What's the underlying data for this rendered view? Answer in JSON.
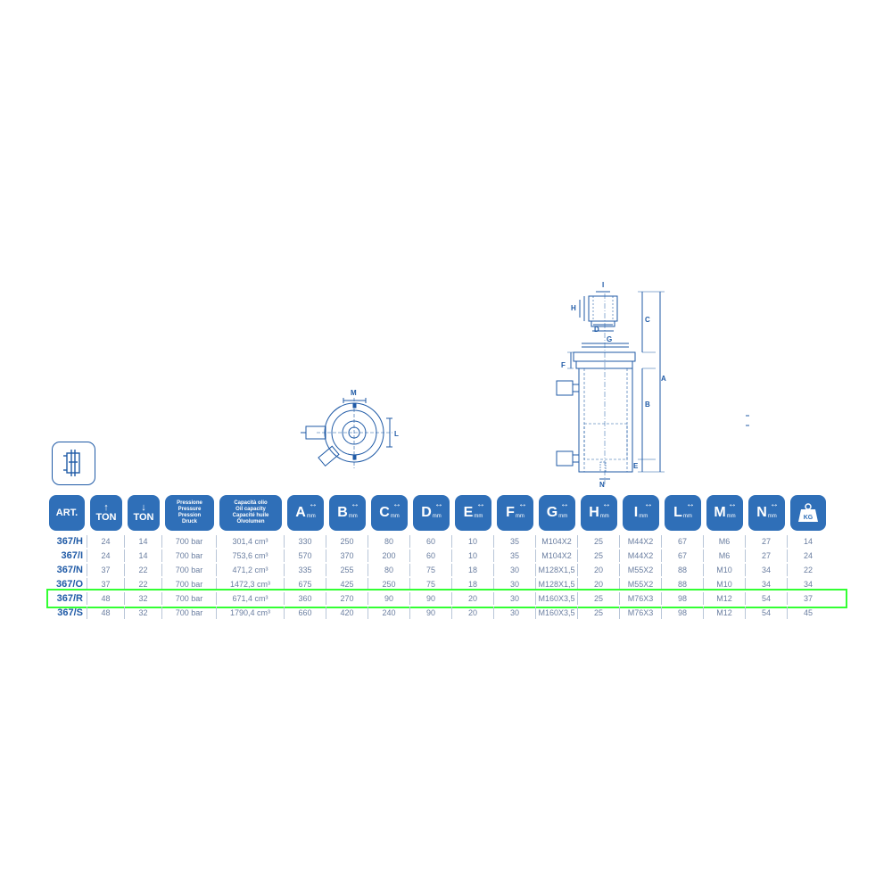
{
  "drawing": {
    "front_labels": {
      "M": "M",
      "L": "L"
    },
    "side_labels": {
      "I": "I",
      "H": "H",
      "D": "D",
      "G": "G",
      "F": "F",
      "C": "C",
      "A": "A",
      "B": "B",
      "E": "E",
      "N": "N"
    }
  },
  "table": {
    "headers": {
      "art": "ART.",
      "ton_push": "TON",
      "ton_pull": "TON",
      "pressure": [
        "Pressione",
        "Pressure",
        "Pression",
        "Druck"
      ],
      "capacity": [
        "Capacità olio",
        "Oil capacity",
        "Capacité huile",
        "Ölvolumen"
      ],
      "letters": [
        "A",
        "B",
        "C",
        "D",
        "E",
        "F",
        "G",
        "H",
        "I",
        "L",
        "M",
        "N"
      ],
      "unit": "mm",
      "weight": "KG"
    },
    "rows": [
      {
        "art": "367/H",
        "ton1": "24",
        "ton2": "14",
        "pressure": "700 bar",
        "capacity": "301,4 cm³",
        "A": "330",
        "B": "250",
        "C": "80",
        "D": "60",
        "E": "10",
        "F": "35",
        "G": "M104X2",
        "H": "25",
        "I": "M44X2",
        "L": "67",
        "M": "M6",
        "N": "27",
        "kg": "14"
      },
      {
        "art": "367/I",
        "ton1": "24",
        "ton2": "14",
        "pressure": "700 bar",
        "capacity": "753,6 cm³",
        "A": "570",
        "B": "370",
        "C": "200",
        "D": "60",
        "E": "10",
        "F": "35",
        "G": "M104X2",
        "H": "25",
        "I": "M44X2",
        "L": "67",
        "M": "M6",
        "N": "27",
        "kg": "24"
      },
      {
        "art": "367/N",
        "ton1": "37",
        "ton2": "22",
        "pressure": "700 bar",
        "capacity": "471,2 cm³",
        "A": "335",
        "B": "255",
        "C": "80",
        "D": "75",
        "E": "18",
        "F": "30",
        "G": "M128X1,5",
        "H": "20",
        "I": "M55X2",
        "L": "88",
        "M": "M10",
        "N": "34",
        "kg": "22"
      },
      {
        "art": "367/O",
        "ton1": "37",
        "ton2": "22",
        "pressure": "700 bar",
        "capacity": "1472,3 cm³",
        "A": "675",
        "B": "425",
        "C": "250",
        "D": "75",
        "E": "18",
        "F": "30",
        "G": "M128X1,5",
        "H": "20",
        "I": "M55X2",
        "L": "88",
        "M": "M10",
        "N": "34",
        "kg": "34"
      },
      {
        "art": "367/R",
        "ton1": "48",
        "ton2": "32",
        "pressure": "700 bar",
        "capacity": "671,4 cm³",
        "A": "360",
        "B": "270",
        "C": "90",
        "D": "90",
        "E": "20",
        "F": "30",
        "G": "M160X3,5",
        "H": "25",
        "I": "M76X3",
        "L": "98",
        "M": "M12",
        "N": "54",
        "kg": "37",
        "highlight": true
      },
      {
        "art": "367/S",
        "ton1": "48",
        "ton2": "32",
        "pressure": "700 bar",
        "capacity": "1790,4 cm³",
        "A": "660",
        "B": "420",
        "C": "240",
        "D": "90",
        "E": "20",
        "F": "30",
        "G": "M160X3,5",
        "H": "25",
        "I": "M76X3",
        "L": "98",
        "M": "M12",
        "N": "54",
        "kg": "45"
      }
    ]
  },
  "colors": {
    "brand_blue": "#1f5aa6",
    "header_blue": "#2f6fb8",
    "highlight": "#33ff33"
  }
}
